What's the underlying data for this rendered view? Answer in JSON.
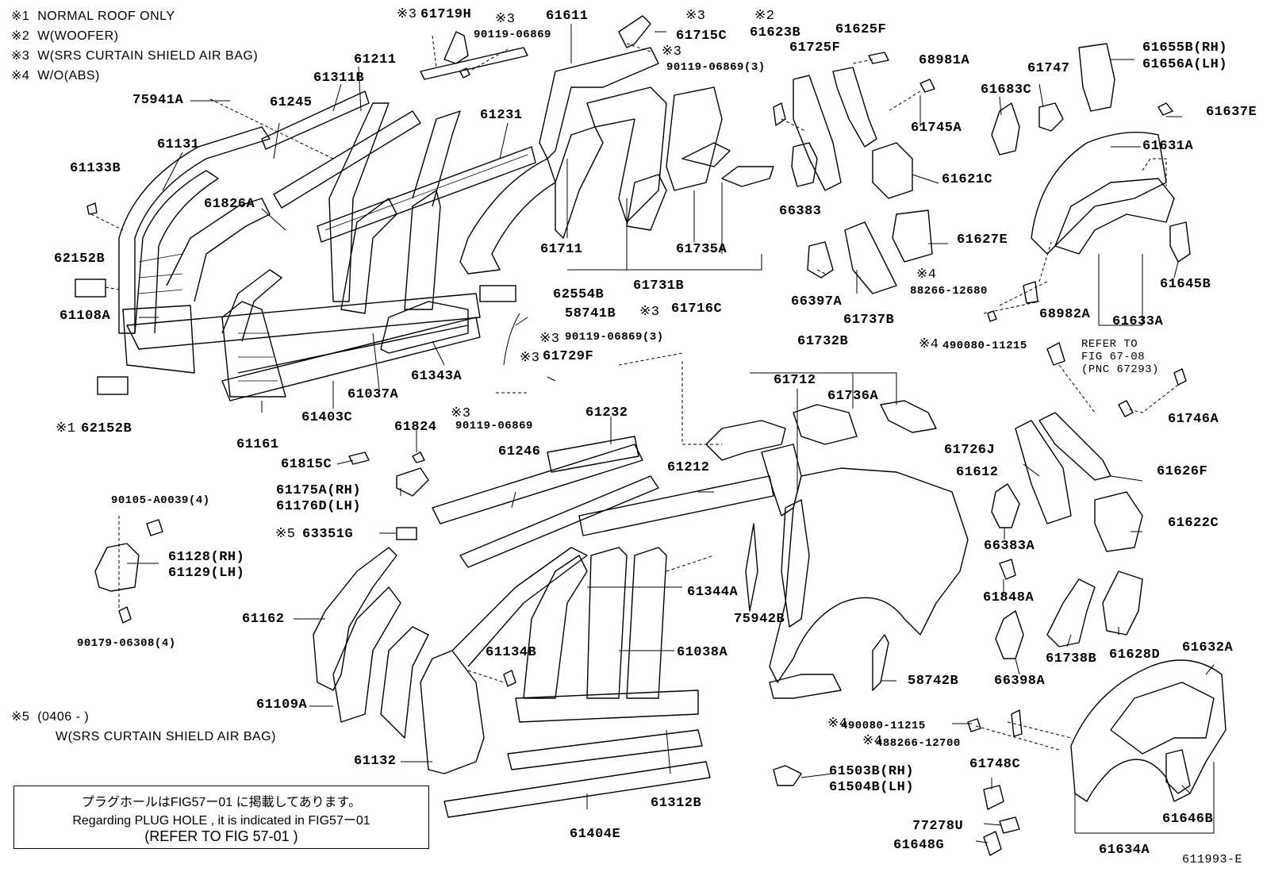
{
  "notes": [
    {
      "mark": "※1",
      "text": "NORMAL ROOF ONLY"
    },
    {
      "mark": "※2",
      "text": "W(WOOFER)"
    },
    {
      "mark": "※3",
      "text": "W(SRS CURTAIN SHIELD AIR BAG)"
    },
    {
      "mark": "※4",
      "text": "W/O(ABS)"
    }
  ],
  "note5": {
    "mark": "※5",
    "range": "(0406 -     )",
    "text": "W(SRS CURTAIN SHIELD AIR BAG)"
  },
  "plug_box": {
    "line1": "プラグホールはFIG57ー01 に掲載してあります。",
    "line2": "Regarding PLUG HOLE , it is indicated in FIG57ー01",
    "line3": "(REFER TO FIG 57-01  )"
  },
  "refer": {
    "line1": "REFER TO",
    "line2": "FIG 67-08",
    "line3": "(PNC 67293)"
  },
  "figure_id": "611993-E",
  "marks": {
    "m1": "※1",
    "m2": "※2",
    "m3": "※3",
    "m4": "※4",
    "m5": "※5"
  },
  "parts": {
    "p61719H": "61719H",
    "p61611": "61611",
    "p61715C": "61715C",
    "p90119_06869_a": "90119-06869",
    "p90119_06869_3a": "90119-06869(3)",
    "p61623B": "61623B",
    "p61625F": "61625F",
    "p61725F": "61725F",
    "p68981A": "68981A",
    "p61655B": "61655B(RH)",
    "p61656A": "61656A(LH)",
    "p61747": "61747",
    "p61683C": "61683C",
    "p61637E": "61637E",
    "p61211": "61211",
    "p61311B": "61311B",
    "p75941A": "75941A",
    "p61245": "61245",
    "p61231": "61231",
    "p61131": "61131",
    "p61745A": "61745A",
    "p61631A": "61631A",
    "p61621C": "61621C",
    "p61133B": "61133B",
    "p61826A": "61826A",
    "p66383": "66383",
    "p61627E": "61627E",
    "p62152B_a": "62152B",
    "p61711": "61711",
    "p61735A": "61735A",
    "p61645B": "61645B",
    "p61731B": "61731B",
    "p66397A": "66397A",
    "p88266_12680": "88266-12680",
    "p61108A": "61108A",
    "p62554B": "62554B",
    "p58741B": "58741B",
    "p61737B": "61737B",
    "p61633A": "61633A",
    "p61716C": "61716C",
    "p68982A": "68982A",
    "p90119_06869_3b": "90119-06869(3)",
    "p61343A": "61343A",
    "p490080_11215_a": "490080-11215",
    "p61729F": "61729F",
    "p61732B": "61732B",
    "p61037A": "61037A",
    "p61712": "61712",
    "p61736A": "61736A",
    "p61746A": "61746A",
    "p62152B_b": "62152B",
    "p90119_06869_b": "90119-06869",
    "p61232": "61232",
    "p61161": "61161",
    "p61403C": "61403C",
    "p61824": "61824",
    "p61726J": "61726J",
    "p61246": "61246",
    "p61815C": "61815C",
    "p61212": "61212",
    "p61612": "61612",
    "p61626F": "61626F",
    "p61175A": "61175A(RH)",
    "p61176D": "61176D(LH)",
    "p90105_A0039": "90105-A0039(4)",
    "p63351G": "63351G",
    "p61622C": "61622C",
    "p61128": "61128(RH)",
    "p61129": "61129(LH)",
    "p66383A": "66383A",
    "p61344A": "61344A",
    "p61848A": "61848A",
    "p61162": "61162",
    "p75942B": "75942B",
    "p90179_06308": "90179-06308(4)",
    "p61134B": "61134B",
    "p61038A": "61038A",
    "p61738B": "61738B",
    "p61628D": "61628D",
    "p61632A": "61632A",
    "p61109A": "61109A",
    "p58742B": "58742B",
    "p66398A": "66398A",
    "p490080_11215_b": "490080-11215",
    "p488266_12700": "488266-12700",
    "p61132": "61132",
    "p61748C": "61748C",
    "p61503B": "61503B(RH)",
    "p61504B": "61504B(LH)",
    "p61312B": "61312B",
    "p61646B": "61646B",
    "p77278U": "77278U",
    "p61404E": "61404E",
    "p61648G": "61648G",
    "p61634A": "61634A"
  }
}
